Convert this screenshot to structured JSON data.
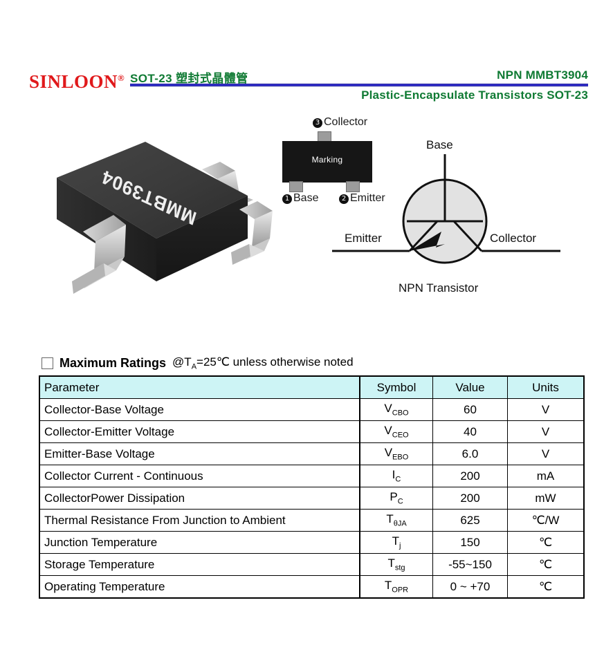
{
  "header": {
    "brand": "SINLOON",
    "brand_mark": "®",
    "left_title": "SOT-23  塑封式晶體管",
    "right_title": "NPN MMBT3904",
    "sub_title": "Plastic-Encapsulate Transistors SOT-23",
    "rule_color": "#3a37cf",
    "title_color": "#0f7a33",
    "brand_color": "#e0191b"
  },
  "package_photo": {
    "marking_text": "MMBT3904",
    "body_color": "#2b2b2b",
    "lead_color": "#c8c8c8"
  },
  "pinout": {
    "marking_label": "Marking",
    "pins": [
      {
        "number": "❶",
        "label": "Base"
      },
      {
        "number": "❷",
        "label": "Emitter"
      },
      {
        "number": "❸",
        "label": "Collector"
      }
    ],
    "collector_label": "Collector",
    "base_label": "Base",
    "emitter_label": "Emitter"
  },
  "symbol": {
    "base_label": "Base",
    "emitter_label": "Emitter",
    "collector_label": "Collector",
    "caption": "NPN Transistor",
    "fill_color": "#e2e2e2"
  },
  "section": {
    "title": "Maximum Ratings",
    "note_prefix": "@T",
    "note_sub": "A",
    "note_suffix": "=25℃ unless otherwise noted"
  },
  "table": {
    "header_bg": "#cdf4f5",
    "columns": [
      "Parameter",
      "Symbol",
      "Value",
      "Units"
    ],
    "rows": [
      {
        "parameter": "Collector-Base Voltage",
        "symbol_main": "V",
        "symbol_sub": "CBO",
        "value": "60",
        "units": "V"
      },
      {
        "parameter": "Collector-Emitter Voltage",
        "symbol_main": "V",
        "symbol_sub": "CEO",
        "value": "40",
        "units": "V"
      },
      {
        "parameter": "Emitter-Base Voltage",
        "symbol_main": "V",
        "symbol_sub": "EBO",
        "value": "6.0",
        "units": "V"
      },
      {
        "parameter": "Collector Current - Continuous",
        "symbol_main": "I",
        "symbol_sub": "C",
        "value": "200",
        "units": "mA"
      },
      {
        "parameter": "CollectorPower Dissipation",
        "symbol_main": "P",
        "symbol_sub": "C",
        "value": "200",
        "units": "mW"
      },
      {
        "parameter": "Thermal Resistance From Junction to Ambient",
        "symbol_main": "T",
        "symbol_sub": "θJA",
        "value": "625",
        "units": "℃/W"
      },
      {
        "parameter": "Junction Temperature",
        "symbol_main": "T",
        "symbol_sub": "j",
        "value": "150",
        "units": "℃"
      },
      {
        "parameter": "Storage Temperature",
        "symbol_main": "T",
        "symbol_sub": "stg",
        "value": "-55~150",
        "units": "℃"
      },
      {
        "parameter": "Operating Temperature",
        "symbol_main": "T",
        "symbol_sub": "OPR",
        "value": "0 ~ +70",
        "units": "℃"
      }
    ]
  }
}
